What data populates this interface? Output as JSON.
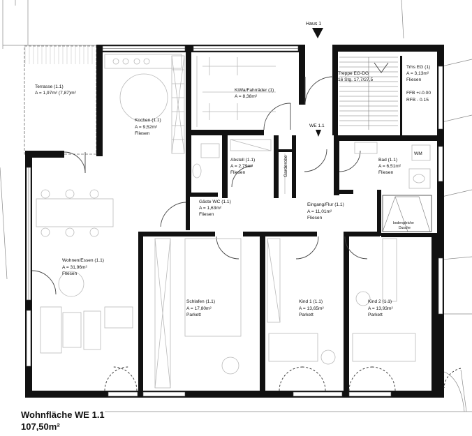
{
  "building": {
    "label": "Haus 1",
    "unit_label": "WE 1.1"
  },
  "rooms": {
    "terrasse": {
      "name": "Terrasse (1.1)",
      "area": "A = 1,97m² (7,87)m²"
    },
    "kochen": {
      "name": "Kochen (1.1)",
      "area": "A = 9,52m²",
      "floor": "Fliesen"
    },
    "kiwa": {
      "name": "KiWa/Fahrräder (1)",
      "area": "A = 8,38m²"
    },
    "treppe": {
      "name": "Treppe EG-DG",
      "steps": "16 Stg. 17,7/27,5"
    },
    "trhs": {
      "name": "Trhs EG (1)",
      "area": "A = 3,13m²",
      "floor": "Fliesen",
      "ffb": "FFB +/-0.00",
      "rfb": "RFB - 0.15"
    },
    "abstell": {
      "name": "Abstell (1.1)",
      "area": "A = 2,79m²",
      "floor": "Fliesen"
    },
    "garderobe": {
      "name": "Garderobe"
    },
    "gaeste_wc": {
      "name": "Gäste WC (1.1)",
      "area": "A = 1,63m²",
      "floor": "Fliesen"
    },
    "eingang": {
      "name": "Eingang/Flur (1.1)",
      "area": "A = 11,01m²",
      "floor": "Fliesen"
    },
    "bad": {
      "name": "Bad (1.1)",
      "area": "A = 6,51m²",
      "floor": "Fliesen",
      "wm": "WM",
      "dusche_1": "bodengleiche",
      "dusche_2": "Dusche"
    },
    "wohnen": {
      "name": "Wohnen/Essen (1.1)",
      "area": "A = 31,96m²",
      "floor": "Fliesen"
    },
    "schlafen": {
      "name": "Schlafen (1.1)",
      "area": "A = 17,80m²",
      "floor": "Parkett"
    },
    "kind1": {
      "name": "Kind 1 (1.1)",
      "area": "A = 13,65m²",
      "floor": "Parkett"
    },
    "kind2": {
      "name": "Kind 2 (1.1)",
      "area": "A = 13,93m²",
      "floor": "Parkett"
    }
  },
  "footer": {
    "title": "Wohnfläche WE 1.1",
    "total": "107,50m²"
  }
}
